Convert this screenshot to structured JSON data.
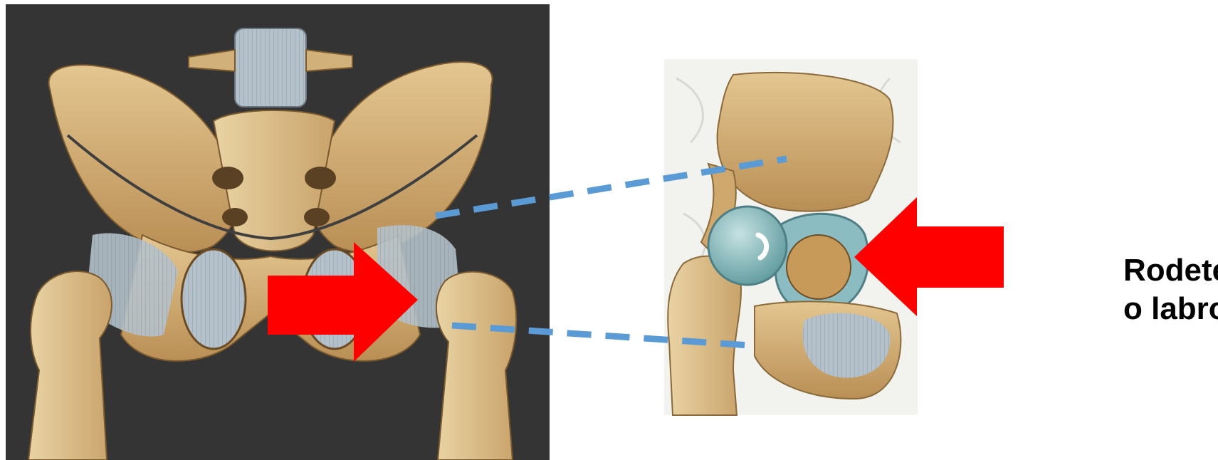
{
  "callout": {
    "line1": "Rodete",
    "line2": "o labro"
  },
  "colors": {
    "arrow": "#ff0000",
    "dashed_connector": "#5b9bd5",
    "left_panel_background": "#333333",
    "bone": "#d8b77e",
    "ligament": "#b9c6cf",
    "femoral_head": "#8fbcc0"
  },
  "figures": {
    "left": "pelvis-anterior-view-illustration",
    "right": "hip-joint-opened-illustration"
  }
}
